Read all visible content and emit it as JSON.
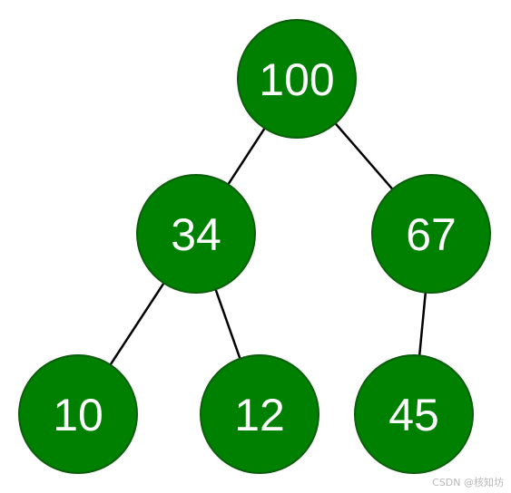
{
  "tree": {
    "node_color": "#008000",
    "edge_color": "#000000",
    "label_color": "#ffffff",
    "nodes": [
      {
        "id": "root",
        "label": "100"
      },
      {
        "id": "left",
        "label": "34"
      },
      {
        "id": "right",
        "label": "67"
      },
      {
        "id": "left-left",
        "label": "10"
      },
      {
        "id": "left-right",
        "label": "12"
      },
      {
        "id": "right-left",
        "label": "45"
      }
    ],
    "edges": [
      {
        "from": "root",
        "to": "left"
      },
      {
        "from": "root",
        "to": "right"
      },
      {
        "from": "left",
        "to": "left-left"
      },
      {
        "from": "left",
        "to": "left-right"
      },
      {
        "from": "right",
        "to": "right-left"
      }
    ]
  },
  "watermark": "CSDN @核知坊"
}
